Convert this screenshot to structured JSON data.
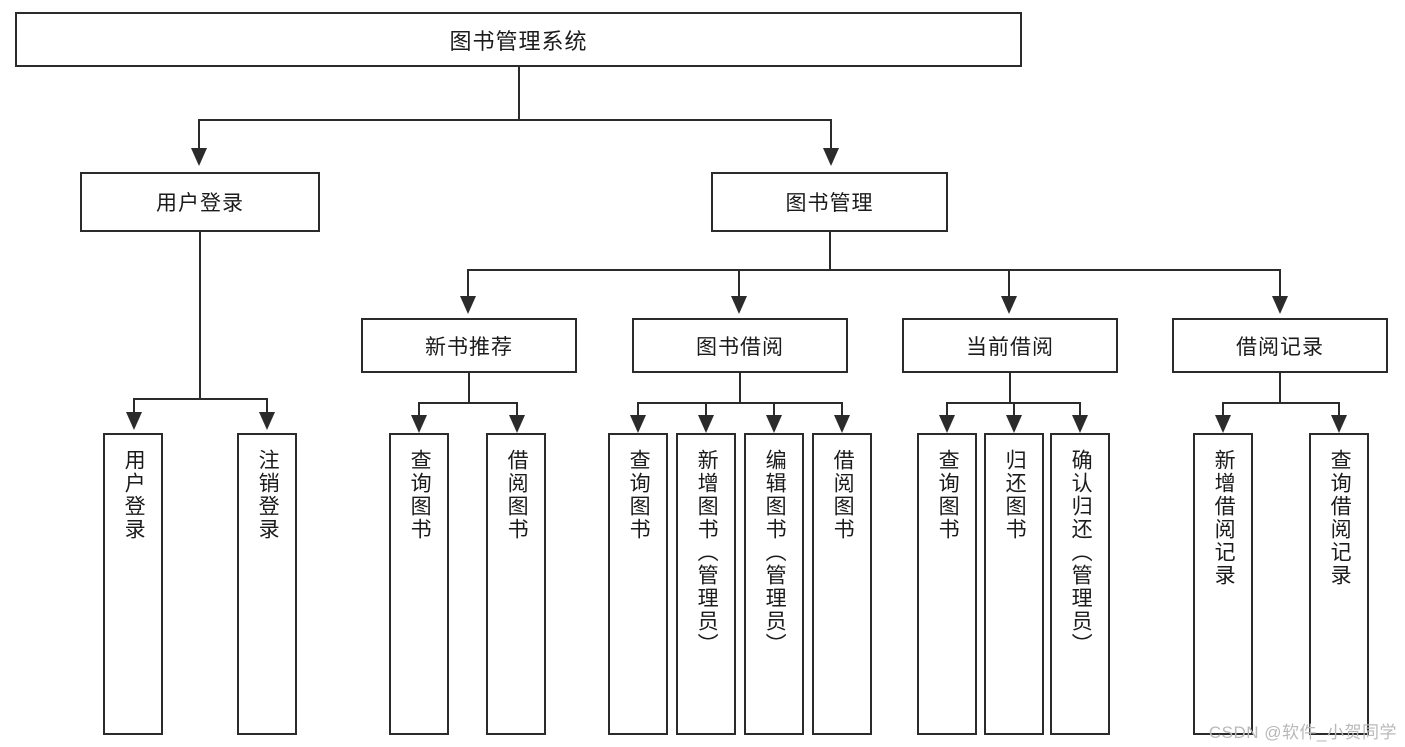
{
  "diagram": {
    "title": "图书管理系统",
    "root": {
      "label": "图书管理系统"
    },
    "level1": [
      {
        "label": "用户登录"
      },
      {
        "label": "图书管理"
      }
    ],
    "level2": [
      {
        "label": "新书推荐"
      },
      {
        "label": "图书借阅"
      },
      {
        "label": "当前借阅"
      },
      {
        "label": "借阅记录"
      }
    ],
    "leaves": {
      "user_login": [
        {
          "label": "用户登录"
        },
        {
          "label": "注销登录"
        }
      ],
      "new_book_recommend": [
        {
          "label": "查询图书"
        },
        {
          "label": "借阅图书"
        }
      ],
      "book_borrow": [
        {
          "label": "查询图书"
        },
        {
          "label": "新增图书（管理员）"
        },
        {
          "label": "编辑图书（管理员）"
        },
        {
          "label": "借阅图书"
        }
      ],
      "current_borrow": [
        {
          "label": "查询图书"
        },
        {
          "label": "归还图书"
        },
        {
          "label": "确认归还（管理员）"
        }
      ],
      "borrow_record": [
        {
          "label": "新增借阅记录"
        },
        {
          "label": "查询借阅记录"
        }
      ]
    }
  },
  "watermark": {
    "text": "CSDN @软件_小贺同学"
  },
  "colors": {
    "line": "#2b2b2b",
    "box_fill": "#ffffff",
    "text": "#1b1b1b",
    "watermark": "#b9b9b9"
  }
}
